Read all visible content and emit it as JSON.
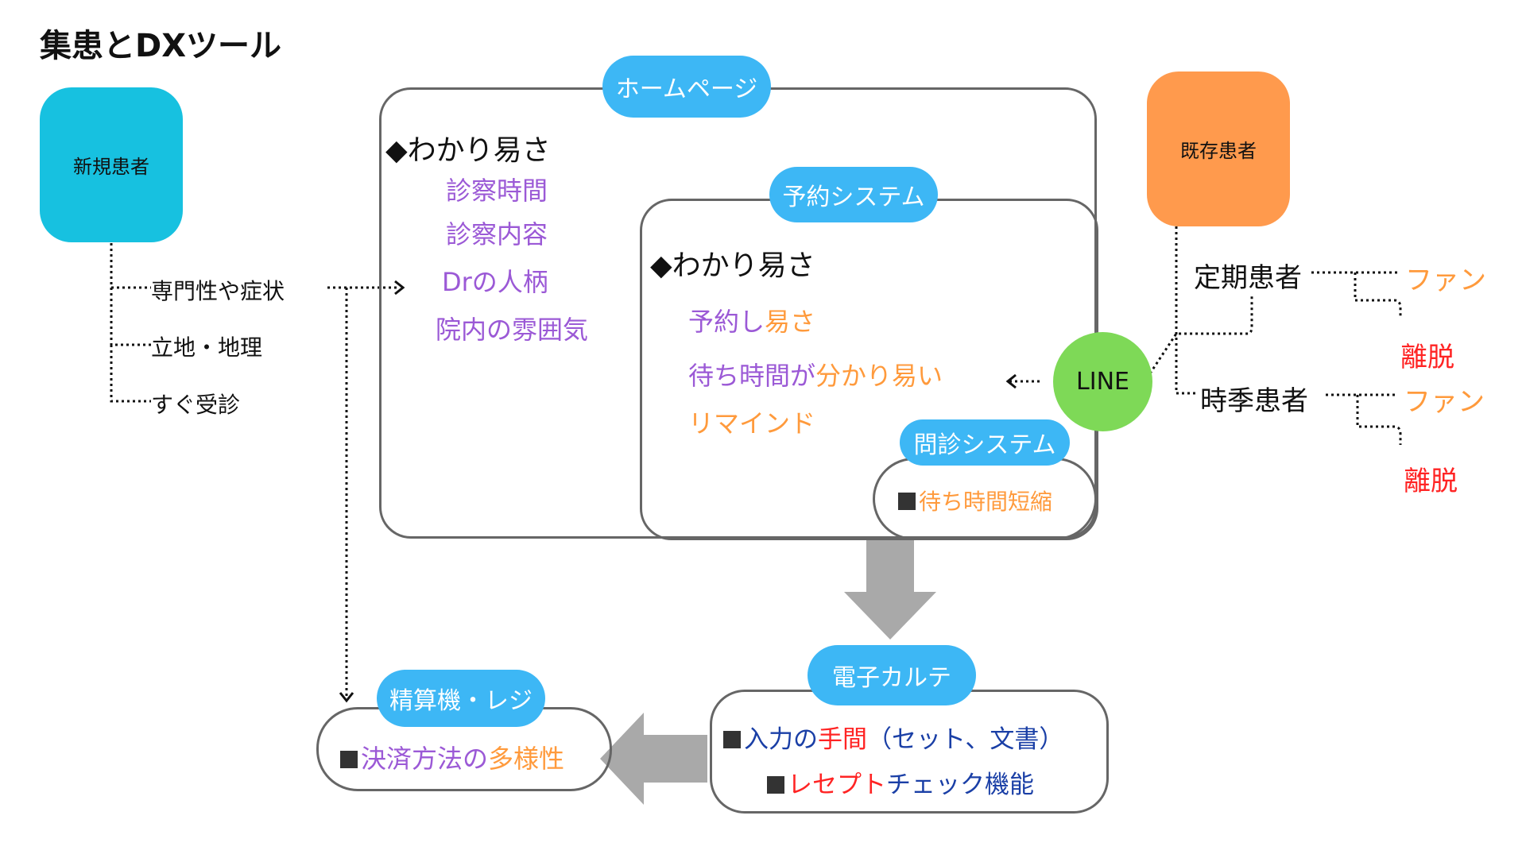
{
  "title": "集患とDXツール",
  "new_patient": {
    "label": "新規患者",
    "color": "#17c1e0"
  },
  "existing_patient": {
    "label": "既存患者",
    "color": "#ff9a4d"
  },
  "new_branches": [
    "専門性や症状",
    "立地・地理",
    "すぐ受診"
  ],
  "homepage": {
    "label": "ホームページ",
    "heading": "◆わかり易さ",
    "items": [
      "診察時間",
      "診察内容",
      "Drの人柄",
      "院内の雰囲気"
    ]
  },
  "reservation": {
    "label": "予約システム",
    "heading": "◆わかり易さ",
    "item1_a": "予約し",
    "item1_b": "易さ",
    "item2_a": "待ち時間が",
    "item2_b": "分かり易い",
    "item3": "リマインド"
  },
  "monshin": {
    "label": "問診システム",
    "item": "待ち時間短縮"
  },
  "line": {
    "label": "LINE",
    "color": "#7ed957"
  },
  "regular": {
    "label": "定期患者",
    "fan": "ファン",
    "leave": "離脱"
  },
  "seasonal": {
    "label": "時季患者",
    "fan": "ファン",
    "leave": "離脱"
  },
  "ehr": {
    "label": "電子カルテ",
    "line1_a": "入力の",
    "line1_b": "手間",
    "line1_c": "（セット、文書）",
    "line2_a": "レセプト",
    "line2_b": "チェック機能"
  },
  "register": {
    "label": "精算機・レジ",
    "item_a": "決済方法の",
    "item_b": "多様性"
  }
}
